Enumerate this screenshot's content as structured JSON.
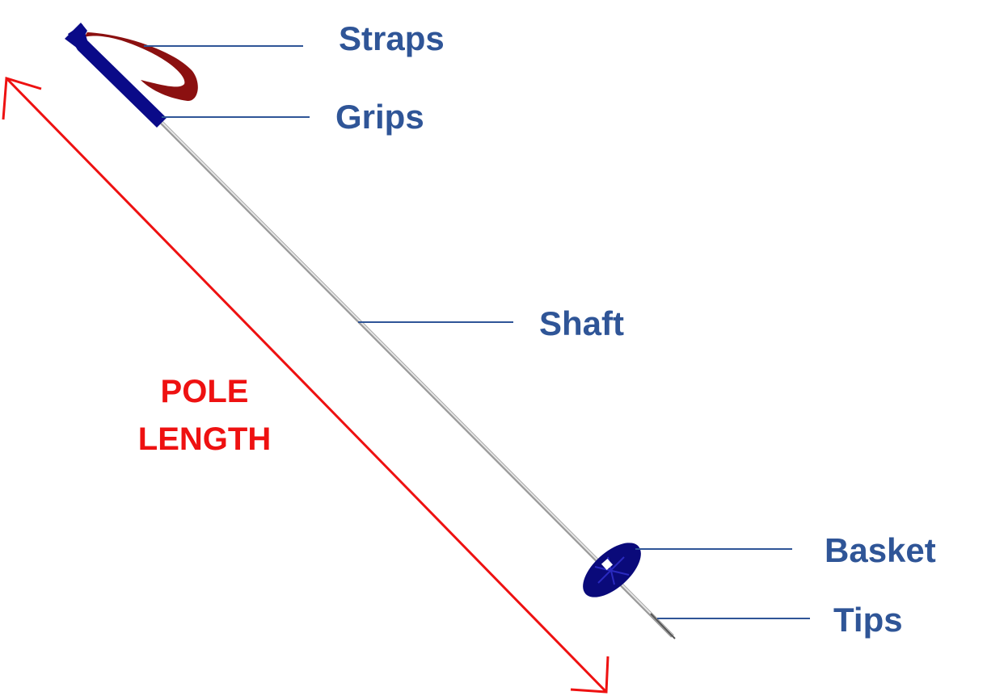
{
  "labels": {
    "straps": "Straps",
    "grips": "Grips",
    "shaft": "Shaft",
    "basket": "Basket",
    "tips": "Tips"
  },
  "length_label": {
    "line1": "POLE",
    "line2": "LENGTH"
  },
  "colors": {
    "label_text": "#2f5597",
    "leader_line": "#2f5597",
    "measure": "#ee1111",
    "grip": "#0a0a88",
    "strap": "#8b1010",
    "shaft": "#b8b8b8",
    "basket": "#0a0a7a"
  }
}
